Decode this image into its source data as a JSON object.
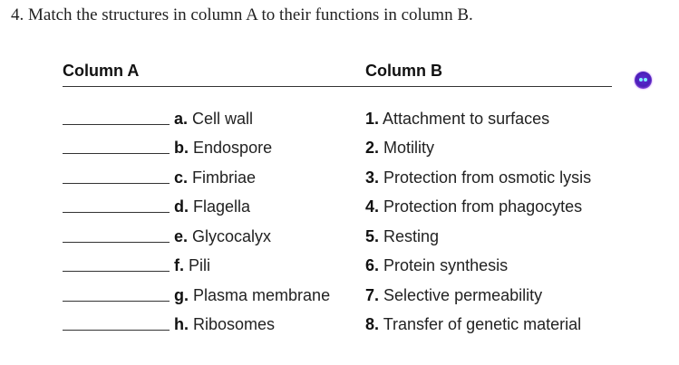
{
  "question": {
    "text": "4. Match the structures in column A to their functions in column B."
  },
  "columns": {
    "a_header": "Column A",
    "b_header": "Column B"
  },
  "column_a": [
    {
      "letter": "a.",
      "label": "Cell wall"
    },
    {
      "letter": "b.",
      "label": "Endospore"
    },
    {
      "letter": "c.",
      "label": "Fimbriae"
    },
    {
      "letter": "d.",
      "label": "Flagella"
    },
    {
      "letter": "e.",
      "label": "Glycocalyx"
    },
    {
      "letter": "f.",
      "label": "Pili"
    },
    {
      "letter": "g.",
      "label": "Plasma membrane"
    },
    {
      "letter": "h.",
      "label": "Ribosomes"
    }
  ],
  "column_b": [
    {
      "num": "1.",
      "label": "Attachment to surfaces"
    },
    {
      "num": "2.",
      "label": "Motility"
    },
    {
      "num": "3.",
      "label": "Protection from osmotic lysis"
    },
    {
      "num": "4.",
      "label": "Protection from phagocytes"
    },
    {
      "num": "5.",
      "label": "Resting"
    },
    {
      "num": "6.",
      "label": "Protein synthesis"
    },
    {
      "num": "7.",
      "label": "Selective permeability"
    },
    {
      "num": "8.",
      "label": "Transfer of genetic material"
    }
  ],
  "assistant_button": {
    "icon": "assistant-bot-icon"
  }
}
